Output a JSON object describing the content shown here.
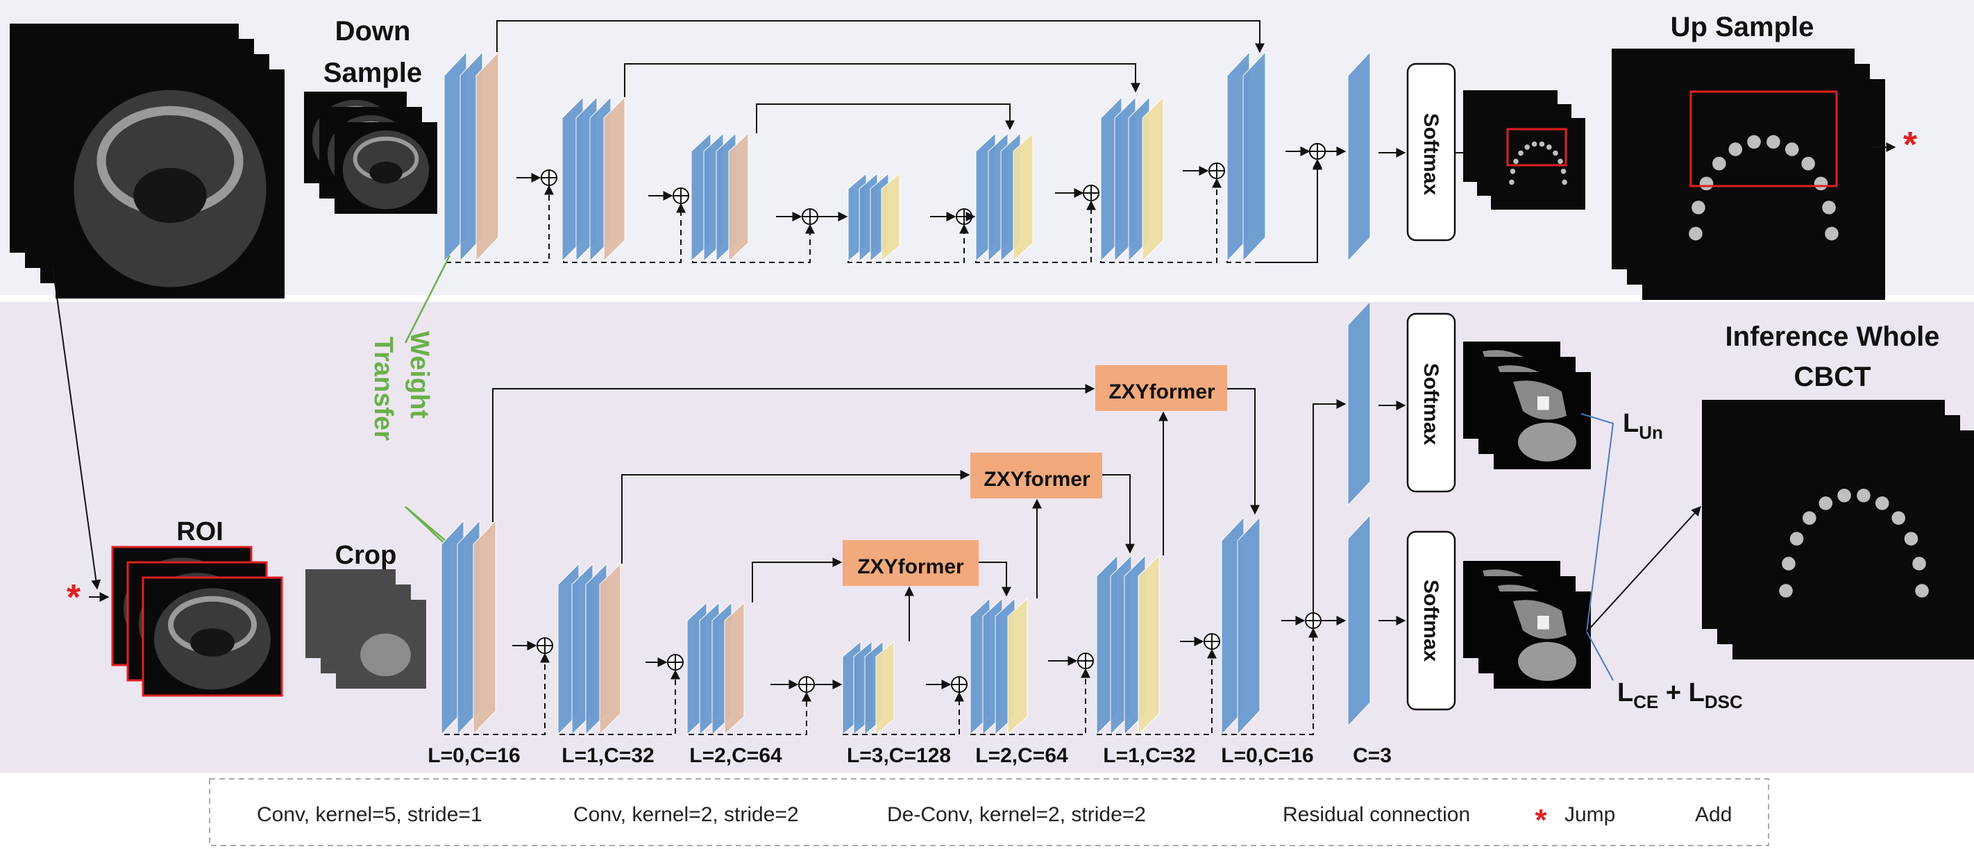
{
  "top_section": {
    "down_sample_title": [
      "Down",
      "Sample"
    ],
    "up_sample_title": "Up Sample",
    "softmax_label": "Softmax"
  },
  "bottom_section": {
    "roi_label": "ROI",
    "crop_label": "Crop",
    "weight_transfer_label": [
      "Weight",
      "Transfer"
    ],
    "inference_title": [
      "Inference Whole",
      "CBCT"
    ],
    "zxyformer_label": "ZXYformer",
    "softmax_label": "Softmax",
    "loss_un": {
      "main": "L",
      "sub": "Un"
    },
    "loss_ce_dsc": {
      "main1": "L",
      "sub1": "CE",
      "plus": " + ",
      "main2": "L",
      "sub2": "DSC"
    }
  },
  "stage_labels": [
    "L=0,C=16",
    "L=1,C=32",
    "L=2,C=64",
    "L=3,C=128",
    "L=2,C=64",
    "L=1,C=32",
    "L=0,C=16",
    "C=3"
  ],
  "jump_symbol": "*",
  "legend": {
    "items": [
      {
        "icon": "conv5-block",
        "label": "Conv, kernel=5, stride=1"
      },
      {
        "icon": "conv2-block",
        "label": "Conv, kernel=2, stride=2"
      },
      {
        "icon": "deconv-block",
        "label": "De-Conv, kernel=2, stride=2"
      },
      {
        "icon": "dashed-arrow",
        "label": "Residual connection"
      },
      {
        "icon": "star",
        "label": "Jump"
      },
      {
        "icon": "add-circle",
        "label": "Add"
      }
    ]
  },
  "colors": {
    "conv5": "#6b9bd0",
    "conv2": "#e0bca6",
    "deconv": "#eedfa3",
    "zxyformer": "#f2a97c",
    "top_bg": "#f0f1f7",
    "bottom_bg": "#ece6f1",
    "weight_transfer": "#6bb04a",
    "jump": "#e02020"
  }
}
